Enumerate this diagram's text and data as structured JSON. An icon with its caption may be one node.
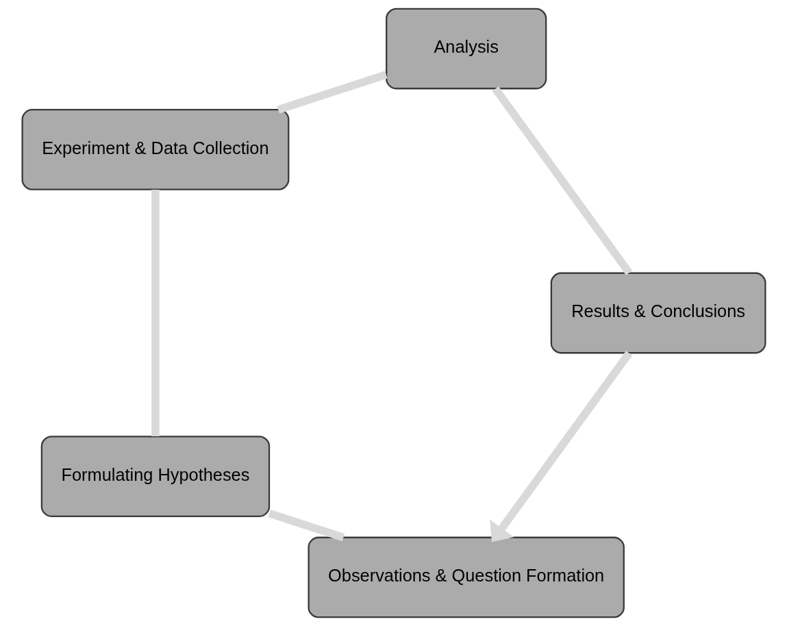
{
  "diagram": {
    "nodes": [
      {
        "text": [
          "Observations & Question Formation"
        ]
      },
      {
        "text": [
          "Formulating Hypotheses"
        ]
      },
      {
        "text": [
          "Experiment & Data Collection"
        ]
      },
      {
        "text": [
          "Analysis"
        ]
      },
      {
        "text": [
          "Results & Conclusions"
        ]
      }
    ],
    "edges": [
      {
        "from": 0,
        "to": 1,
        "arrow": "none"
      },
      {
        "from": 1,
        "to": 2,
        "arrow": "none"
      },
      {
        "from": 2,
        "to": 3,
        "arrow": "none"
      },
      {
        "from": 3,
        "to": 4,
        "arrow": "none"
      },
      {
        "from": 4,
        "to": 0,
        "arrow": "to"
      }
    ]
  }
}
